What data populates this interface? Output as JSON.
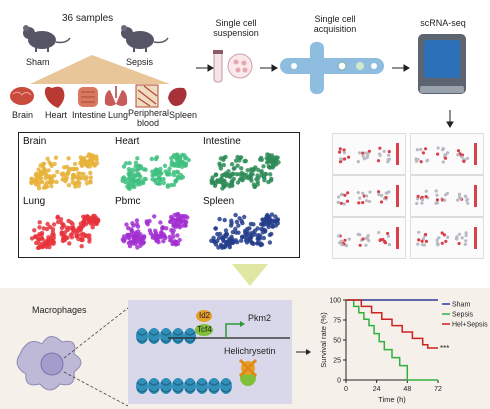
{
  "top": {
    "samples_label": "36 samples",
    "groups": [
      "Sham",
      "Sepsis"
    ],
    "organs": [
      "Brain",
      "Heart",
      "Intestine",
      "Lung",
      "Peripheral\nblood",
      "Spleen"
    ],
    "steps": [
      "Single cell\nsuspension",
      "Single cell\nacquisition",
      "scRNA-seq"
    ]
  },
  "umap": {
    "panels": [
      {
        "label": "Brain",
        "color": "#e8b13a"
      },
      {
        "label": "Heart",
        "color": "#3fbf7f"
      },
      {
        "label": "Intestine",
        "color": "#2e8b57"
      },
      {
        "label": "Lung",
        "color": "#e8333b"
      },
      {
        "label": "Pbmc",
        "color": "#a22fd1"
      },
      {
        "label": "Spleen",
        "color": "#243e8c"
      }
    ]
  },
  "bottom": {
    "cell_label": "Macrophages",
    "tf_labels": [
      "Id2",
      "Tcf4"
    ],
    "target_gene": "Pkm2",
    "drug_label": "Helichrysetin"
  },
  "chart_data": {
    "type": "line",
    "xlabel": "Time (h)",
    "ylabel": "Survival rate (%)",
    "xticks": [
      0,
      24,
      48,
      72
    ],
    "yticks": [
      0,
      25,
      50,
      75,
      100
    ],
    "xlim": [
      0,
      72
    ],
    "ylim": [
      0,
      100
    ],
    "series": [
      {
        "name": "Sham",
        "color": "#2b3a9c",
        "x": [
          0,
          72
        ],
        "y": [
          100,
          100
        ]
      },
      {
        "name": "Sepsis",
        "color": "#33b040",
        "x": [
          0,
          6,
          6,
          10,
          10,
          14,
          14,
          18,
          18,
          22,
          22,
          26,
          26,
          30,
          30,
          36,
          36,
          42,
          42,
          48,
          48,
          72
        ],
        "y": [
          100,
          100,
          92,
          92,
          84,
          84,
          76,
          76,
          68,
          68,
          58,
          58,
          48,
          48,
          38,
          38,
          28,
          28,
          18,
          18,
          0,
          0
        ]
      },
      {
        "name": "Hel+Sepsis",
        "color": "#cc2222",
        "x": [
          0,
          12,
          12,
          20,
          20,
          28,
          28,
          36,
          36,
          44,
          44,
          52,
          52,
          60,
          60,
          64,
          64,
          72
        ],
        "y": [
          100,
          100,
          92,
          92,
          84,
          84,
          76,
          76,
          68,
          68,
          60,
          60,
          52,
          52,
          44,
          44,
          40,
          40
        ]
      }
    ],
    "annotation": "***"
  },
  "colors": {
    "mouse": "#555566",
    "triangle": "#e9c59a",
    "organ": "#c94b3c",
    "chip": "#8fbde0",
    "arrow": "#222222",
    "funnel": "#e0e7a3",
    "nucleus_bg": "#d8d8ea",
    "dna": "#2f8fb8"
  }
}
